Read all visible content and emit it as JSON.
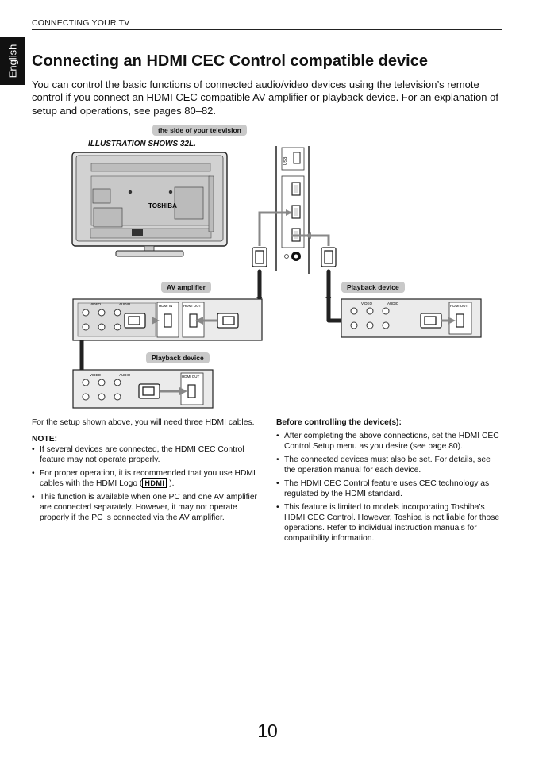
{
  "header": {
    "section": "CONNECTING YOUR TV"
  },
  "side_tab": {
    "label": "English"
  },
  "title": "Connecting an HDMI CEC Control compatible device",
  "intro": "You can control the basic functions of connected audio/video devices using the television’s remote control if you connect an HDMI CEC compatible AV amplifier or playback device. For an explanation of setup and operations, see pages 80–82.",
  "figure": {
    "callout_side": "the side of your television",
    "caption": "ILLUSTRATION SHOWS 32L.",
    "callout_amp": "AV amplifier",
    "callout_play_right": "Playback device",
    "callout_play_bottom": "Playback device",
    "tv_brand": "TOSHIBA",
    "label_video": "VIDEO",
    "label_audio": "AUDIO",
    "label_hdmi_in": "HDMI IN",
    "label_hdmi_out": "HDMI OUT",
    "label_usb": "USB"
  },
  "left_col": {
    "setup": "For the setup shown above, you will need three HDMI cables.",
    "note_title": "NOTE:",
    "notes": [
      "If several devices are connected, the HDMI CEC Control feature may not operate properly.",
      "For proper operation, it is recommended that you use HDMI cables with the HDMI Logo (",
      "This function is available when one PC and one AV amplifier are connected separately. However, it may not operate properly if the PC is connected via the AV amplifier."
    ],
    "note2_tail": " ).",
    "hdmi_logo_text": "HDMI"
  },
  "right_col": {
    "title": "Before controlling the device(s):",
    "items": [
      "After completing the above connections, set the HDMI CEC Control Setup menu as you desire (see page 80).",
      "The connected devices must also be set. For details, see the operation manual for each device.",
      "The HDMI CEC Control feature uses CEC technology as regulated by the HDMI standard.",
      "This feature is limited to models incorporating Toshiba’s HDMI CEC Control. However, Toshiba is not liable for those operations. Refer to individual instruction manuals for compatibility information."
    ]
  },
  "page_number": "10"
}
